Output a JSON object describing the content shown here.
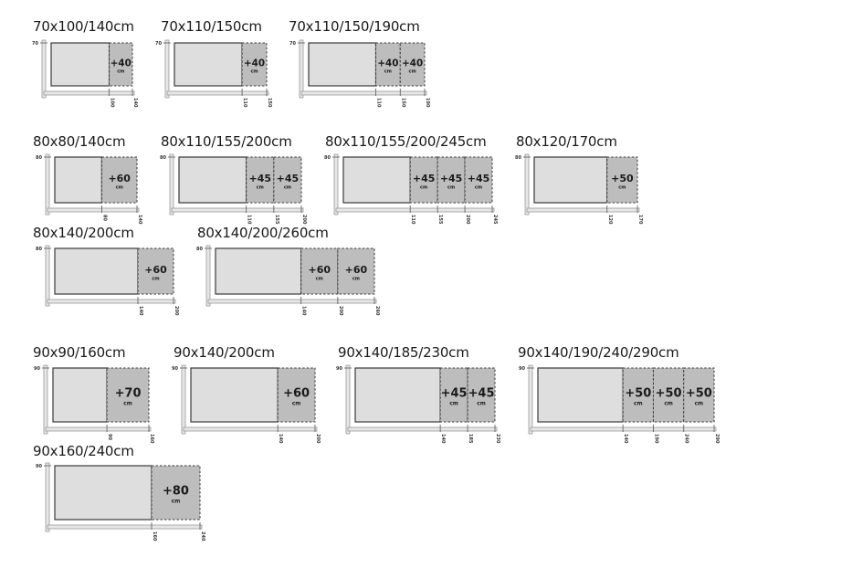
{
  "unit_label": "cm",
  "tables": [
    {
      "size_label": "70x100/140cm",
      "width": 70,
      "base": 100,
      "extensions": [
        40
      ],
      "ext_labels": [
        "+40"
      ],
      "ticks": [
        "100",
        "140"
      ],
      "width_tick": "70"
    },
    {
      "size_label": "70x110/150cm",
      "width": 70,
      "base": 110,
      "extensions": [
        40
      ],
      "ext_labels": [
        "+40"
      ],
      "ticks": [
        "110",
        "150"
      ],
      "width_tick": "70"
    },
    {
      "size_label": "70x110/150/190cm",
      "width": 70,
      "base": 110,
      "extensions": [
        40,
        40
      ],
      "ext_labels": [
        "+40",
        "+40"
      ],
      "ticks": [
        "110",
        "150",
        "190"
      ],
      "width_tick": "70"
    },
    {
      "size_label": "80x80/140cm",
      "width": 80,
      "base": 80,
      "extensions": [
        60
      ],
      "ext_labels": [
        "+60"
      ],
      "ticks": [
        "80",
        "140"
      ],
      "width_tick": "80"
    },
    {
      "size_label": "80x110/155/200cm",
      "width": 80,
      "base": 110,
      "extensions": [
        45,
        45
      ],
      "ext_labels": [
        "+45",
        "+45"
      ],
      "ticks": [
        "110",
        "155",
        "200"
      ],
      "width_tick": "80"
    },
    {
      "size_label": "80x110/155/200/245cm",
      "width": 80,
      "base": 110,
      "extensions": [
        45,
        45,
        45
      ],
      "ext_labels": [
        "+45",
        "+45",
        "+45"
      ],
      "ticks": [
        "110",
        "155",
        "200",
        "245"
      ],
      "width_tick": "80"
    },
    {
      "size_label": "80x120/170cm",
      "width": 80,
      "base": 120,
      "extensions": [
        50
      ],
      "ext_labels": [
        "+50"
      ],
      "ticks": [
        "120",
        "170"
      ],
      "width_tick": "80"
    },
    {
      "size_label": "80x140/200cm",
      "width": 80,
      "base": 140,
      "extensions": [
        60
      ],
      "ext_labels": [
        "+60"
      ],
      "ticks": [
        "140",
        "200"
      ],
      "width_tick": "80"
    },
    {
      "size_label": "80x140/200/260cm",
      "width": 80,
      "base": 140,
      "extensions": [
        60,
        60
      ],
      "ext_labels": [
        "+60",
        "+60"
      ],
      "ticks": [
        "140",
        "200",
        "260"
      ],
      "width_tick": "80"
    },
    {
      "size_label": "90x90/160cm",
      "width": 90,
      "base": 90,
      "extensions": [
        70
      ],
      "ext_labels": [
        "+70"
      ],
      "ticks": [
        "90",
        "160"
      ],
      "width_tick": "90"
    },
    {
      "size_label": "90x140/200cm",
      "width": 90,
      "base": 140,
      "extensions": [
        60
      ],
      "ext_labels": [
        "+60"
      ],
      "ticks": [
        "140",
        "200"
      ],
      "width_tick": "90"
    },
    {
      "size_label": "90x140/185/230cm",
      "width": 90,
      "base": 140,
      "extensions": [
        45,
        45
      ],
      "ext_labels": [
        "+45",
        "+45"
      ],
      "ticks": [
        "140",
        "185",
        "230"
      ],
      "width_tick": "90"
    },
    {
      "size_label": "90x140/190/240/290cm",
      "width": 90,
      "base": 140,
      "extensions": [
        50,
        50,
        50
      ],
      "ext_labels": [
        "+50",
        "+50",
        "+50"
      ],
      "ticks": [
        "140",
        "190",
        "240",
        "290"
      ],
      "width_tick": "90"
    },
    {
      "size_label": "90x160/240cm",
      "width": 90,
      "base": 160,
      "extensions": [
        80
      ],
      "ext_labels": [
        "+80"
      ],
      "ticks": [
        "160",
        "240"
      ],
      "width_tick": "90"
    }
  ]
}
